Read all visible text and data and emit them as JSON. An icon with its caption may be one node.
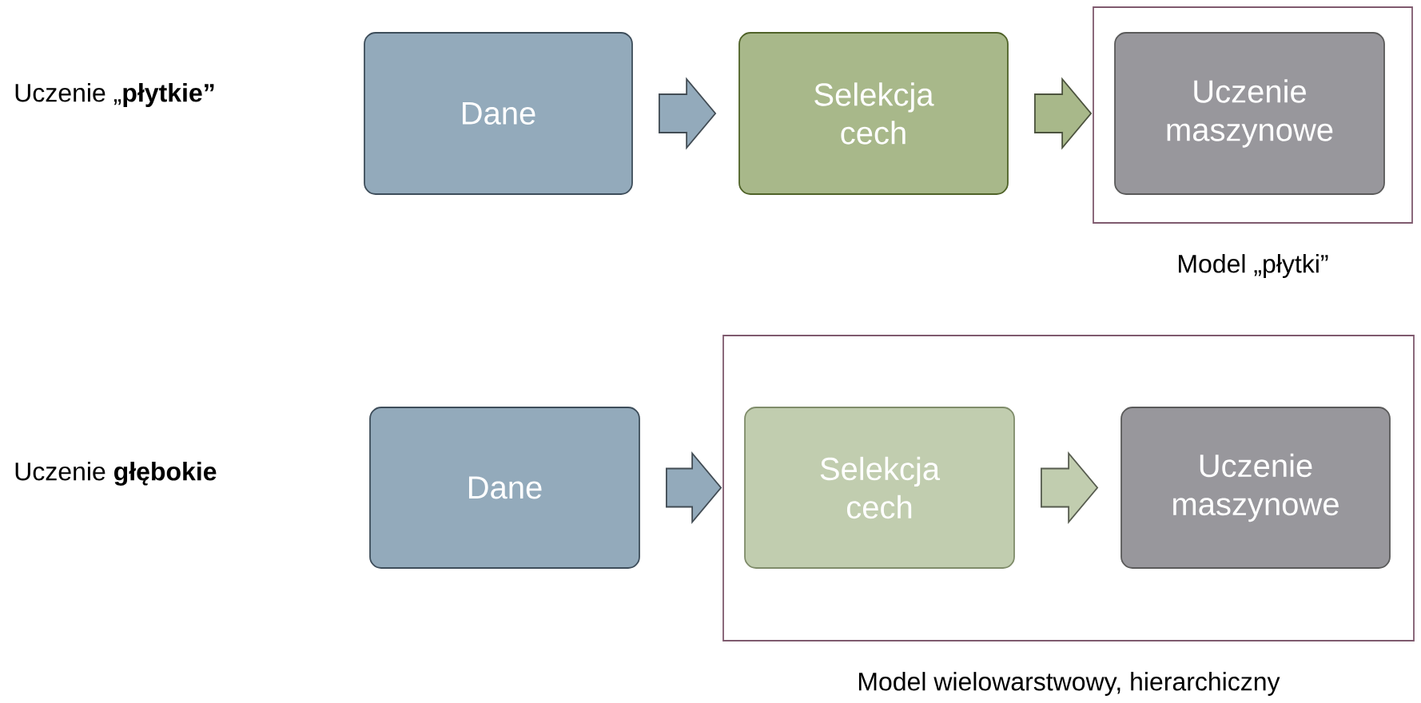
{
  "diagram": {
    "nodes": [
      {
        "text": [
          "Dane"
        ]
      },
      {
        "text": [
          "Selekcja cech"
        ]
      },
      {
        "text": [
          "Model „płytki”"
        ]
      },
      {
        "text": [
          "Uczenie maszynowe"
        ],
        "in": 2
      },
      {
        "text": [
          "Dane"
        ]
      },
      {
        "text": [
          "Model wielowarstwowy, hierarchiczny"
        ]
      },
      {
        "text": [
          "Selekcja cech"
        ],
        "in": 5
      },
      {
        "text": [
          "Uczenie maszynowe"
        ],
        "in": 5
      }
    ],
    "edges": [
      {
        "from": 0,
        "to": 1,
        "arrow": "to",
        "color": "#93aabb"
      },
      {
        "from": 1,
        "to": 3,
        "arrow": "to",
        "color": "#a8b88a"
      },
      {
        "from": 4,
        "to": 6,
        "arrow": "to",
        "color": "#93aabb"
      },
      {
        "from": 6,
        "to": 7,
        "arrow": "to",
        "color": "#c1cdaf"
      }
    ],
    "labels": [
      "Uczenie „**płytkie”**",
      "Uczenie **głębokie**"
    ]
  }
}
